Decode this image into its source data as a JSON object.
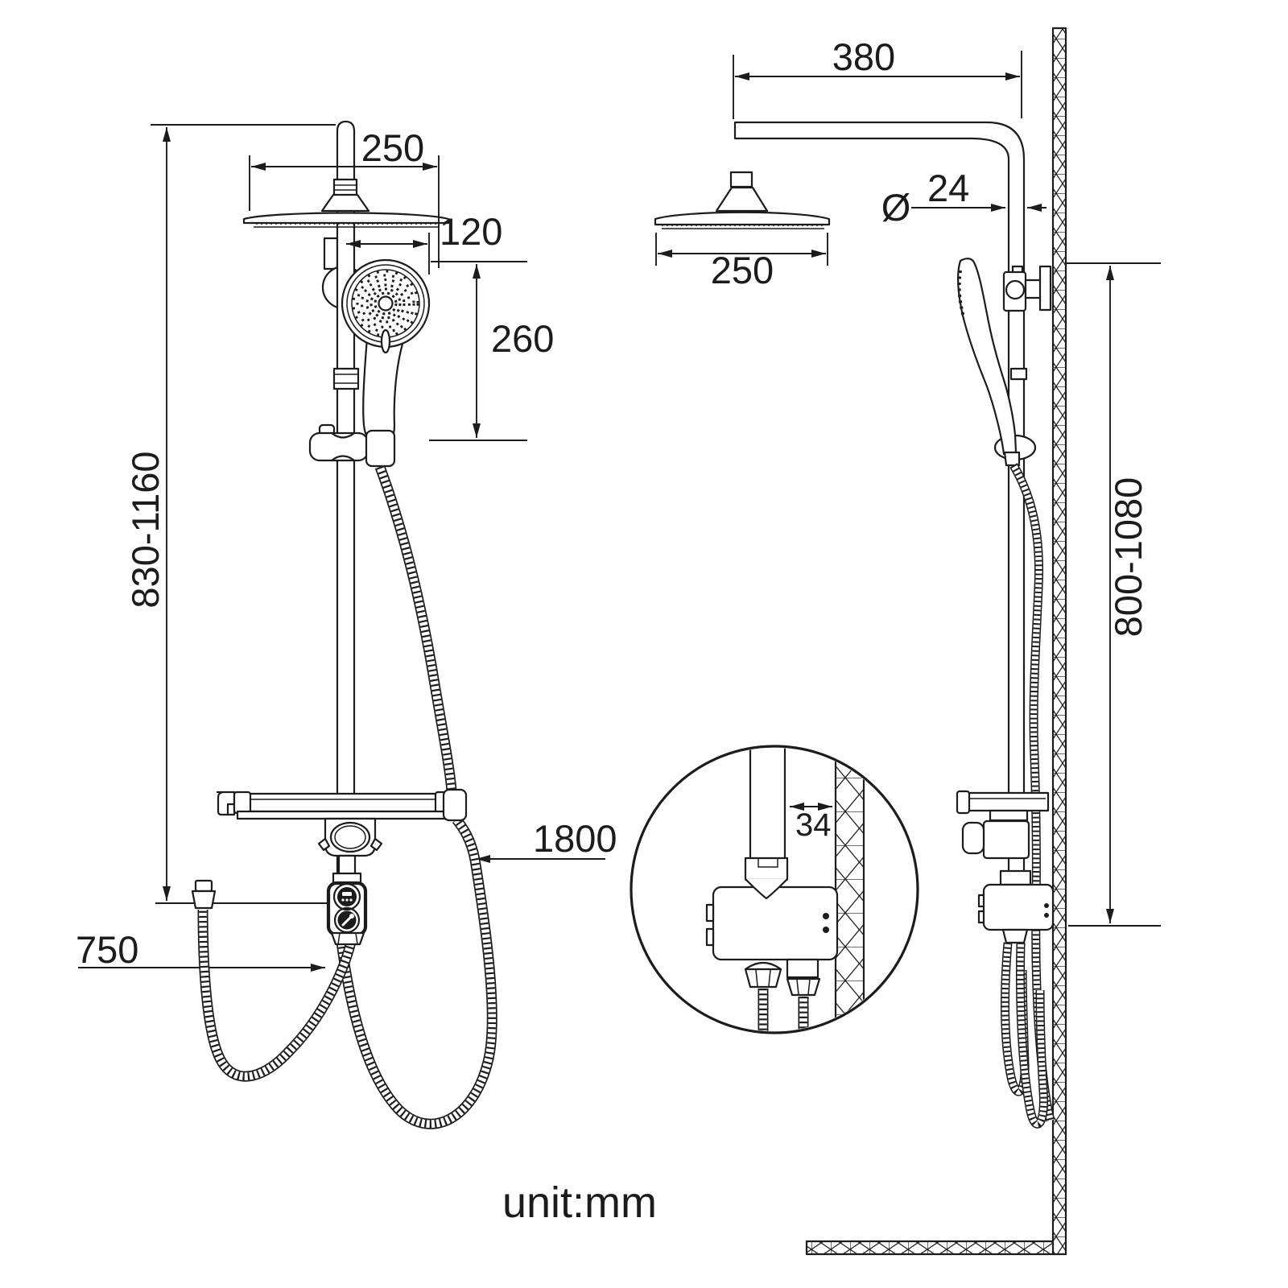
{
  "drawing": {
    "unit_label": "unit:mm",
    "front_view": {
      "head_width": "250",
      "handshower_width": "120",
      "handshower_drop": "260",
      "rail_height_range": "830-1160",
      "inlet_hose_length": "750",
      "shower_hose_length": "1800"
    },
    "side_view": {
      "arm_reach": "380",
      "head_depth": "250",
      "diameter_symbol": "Ø",
      "pipe_diameter": "24",
      "mount_height_range": "800-1080"
    },
    "detail_view": {
      "wall_offset": "34"
    },
    "colors": {
      "line": "#1c1c1c",
      "background": "#ffffff"
    }
  }
}
